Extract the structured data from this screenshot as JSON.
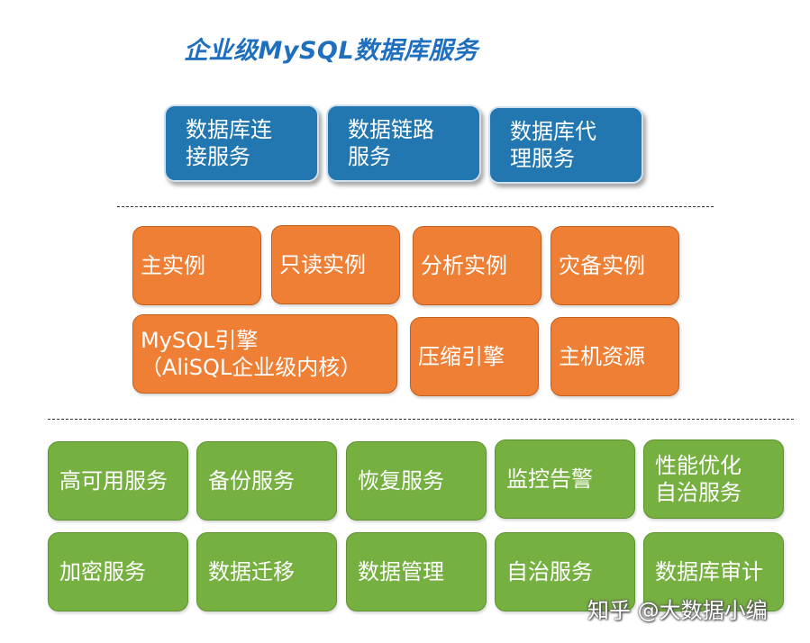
{
  "title": "企业级MySQL数据库服务",
  "top_row": [
    {
      "line1": "数据库连",
      "line2": "接服务"
    },
    {
      "line1": "数据链路",
      "line2": "服务"
    },
    {
      "line1": "数据库代",
      "line2": "理服务"
    }
  ],
  "orange_row1": [
    "主实例",
    "只读实例",
    "分析实例",
    "灾备实例"
  ],
  "engine": {
    "line1": "MySQL引擎",
    "line2": "（AliSQL企业级内核）"
  },
  "orange_row2": [
    "压缩引擎",
    "主机资源"
  ],
  "green_row1": [
    {
      "line1": "高可用服务",
      "line2": ""
    },
    {
      "line1": "备份服务",
      "line2": ""
    },
    {
      "line1": "恢复服务",
      "line2": ""
    },
    {
      "line1": "监控告警",
      "line2": ""
    },
    {
      "line1": "性能优化",
      "line2": "自治服务"
    }
  ],
  "green_row2": [
    "加密服务",
    "数据迁移",
    "数据管理",
    "自治服务",
    "数据库审计"
  ],
  "watermark": "知乎 @大数据小编",
  "colors": {
    "title": "#1f6fbf",
    "blue_box": "#2277b0",
    "orange_box": "#ee7f34",
    "green_box": "#76b041"
  }
}
